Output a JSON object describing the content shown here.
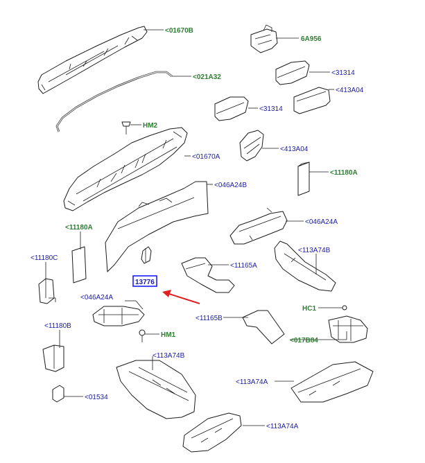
{
  "colors": {
    "green_label": "#2e7d32",
    "blue_label": "#1a1aa0",
    "highlight_box": "#1a1aff",
    "arrow": "#e02020"
  },
  "labels": {
    "p01670b": "<01670B",
    "p6a956": "6A956",
    "p021a32": "<021A32",
    "p31314_top": "<31314",
    "p413a04_top": "<413A04",
    "p31314_left": "<31314",
    "hm2": "HM2",
    "p413a04_mid": "<413A04",
    "p01670a": "<01670A",
    "p11180a_right": "<11180A",
    "p046a24b": "<046A24B",
    "p046a24a_right": "<046A24A",
    "p11180a_left": "<11180A",
    "p113a74b_right": "<113A74B",
    "p11180c": "<11180C",
    "p11165a": "<11165A",
    "selected_part": "13776",
    "p046a24a_left": "<046A24A",
    "hc1": "HC1",
    "p11165b": "<11165B",
    "p11180b": "<11180B",
    "hm1": "HM1",
    "p017b84": "<017B84",
    "p113a74b_bottom": "<113A74B",
    "p113a74a_right": "<113A74A",
    "p01534": "<01534",
    "p113a74a_bottom": "<113A74A"
  }
}
